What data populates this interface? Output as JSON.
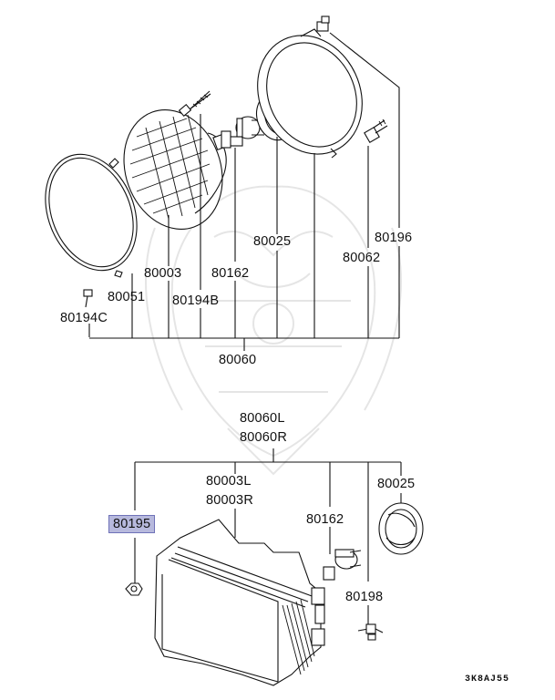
{
  "diagram": {
    "code": "3K8AJ55",
    "labels": {
      "p80196": "80196",
      "p80025_top": "80025",
      "p80062": "80062",
      "p80003": "80003",
      "p80162_top": "80162",
      "p80051": "80051",
      "p80194B": "80194B",
      "p80194C": "80194C",
      "p80060": "80060",
      "p80060L": "80060L",
      "p80060R": "80060R",
      "p80003L": "80003L",
      "p80003R": "80003R",
      "p80025_bottom": "80025",
      "p80195": "80195",
      "p80162_bottom": "80162",
      "p80198": "80198"
    },
    "highlight_color": "#b7b9dd"
  }
}
